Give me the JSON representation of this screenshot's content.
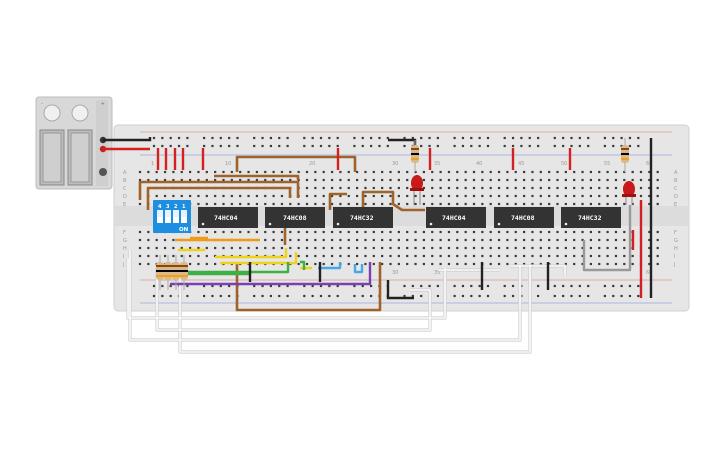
{
  "chips": [
    {
      "id": "u1",
      "label": "74HC04"
    },
    {
      "id": "u2",
      "label": "74HC08"
    },
    {
      "id": "u3",
      "label": "74HC32"
    },
    {
      "id": "u4",
      "label": "74HC04"
    },
    {
      "id": "u5",
      "label": "74HC08"
    },
    {
      "id": "u6",
      "label": "74HC32"
    }
  ],
  "breadboard": {
    "column_numbers": [
      "1",
      "10",
      "20",
      "30",
      "35",
      "40",
      "45",
      "50",
      "55",
      "60"
    ],
    "row_letters_top": [
      "A",
      "B",
      "C",
      "D",
      "E"
    ],
    "row_letters_bottom": [
      "F",
      "G",
      "H",
      "I",
      "J"
    ]
  },
  "dip_switch": {
    "positions": [
      "4",
      "3",
      "2",
      "1"
    ],
    "on_label": "ON"
  },
  "battery": {
    "labels": [
      "+",
      "-"
    ]
  },
  "colors": {
    "board": "#e6e6e6",
    "rail_red": "#d42020",
    "rail_blue": "#2a4ad0",
    "chip": "#333333",
    "dip": "#1e8fe0",
    "wire_brown": "#a0622b",
    "wire_orange": "#f09a18",
    "wire_yellow": "#f0d21a",
    "wire_green": "#3cb043",
    "wire_blue": "#4aa8e0",
    "wire_purple": "#7a3fb0",
    "wire_black": "#222222",
    "wire_white": "#f4f4f4",
    "led": "#c81a1a"
  }
}
